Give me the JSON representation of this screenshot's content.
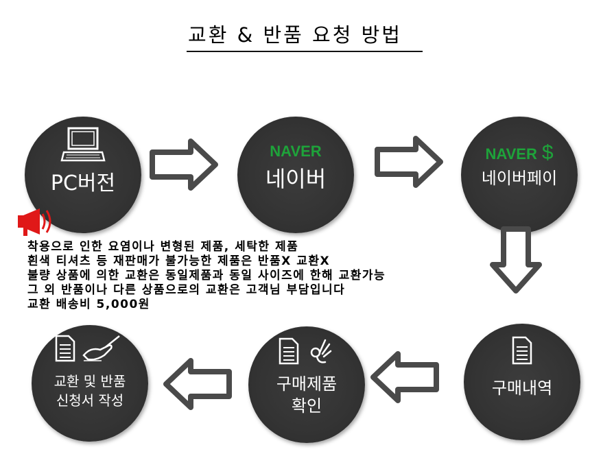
{
  "title": "교환 & 반품 요청 방법",
  "steps": [
    {
      "label": "PC버전",
      "icon": "laptop-icon"
    },
    {
      "brand": "NAVER",
      "label": "네이버"
    },
    {
      "brand": "NAVER",
      "currency": "$",
      "label": "네이버페이"
    },
    {
      "label": "구매내역",
      "icon": "document-icon"
    },
    {
      "line1": "구매제품",
      "line2": "확인",
      "icon": "document-ok-hand-icon"
    },
    {
      "line1": "교환 및 반품",
      "line2": "신청서 작성",
      "icon": "document-pen-icon"
    }
  ],
  "notes": [
    "착용으로 인한 요염이나 변형된 제품, 세탁한 제품",
    "흰색 티셔츠 등 재판매가 불가능한 제품은 반품X 교환X",
    "불량 상품에 의한 교환은 동일제품과 동일 사이즈에 한해 교환가능",
    "그 외 반품이나 다른 상품으로의 교환은 고객님 부담입니다",
    "교환 배송비 5,000원"
  ],
  "colors": {
    "circle": "#333333",
    "naver": "#1ea33a",
    "arrow": "#4a4a4a",
    "megaphone": "#e01818"
  }
}
